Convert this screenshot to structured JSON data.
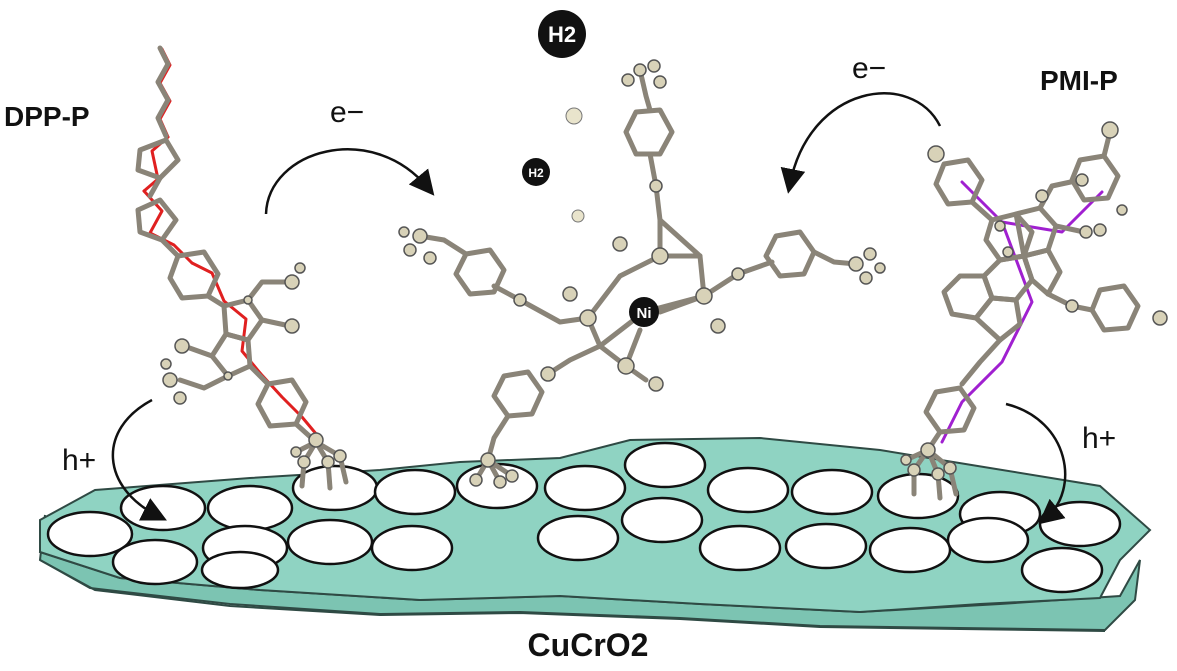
{
  "labels": {
    "dye_left": "DPP-P",
    "dye_right": "PMI-P",
    "electron_left": "e−",
    "electron_right": "e−",
    "hole_left": "h+",
    "hole_right": "h+",
    "h2_large": "H2",
    "h2_small": "H2",
    "catalyst_center": "Ni",
    "substrate": "CuCrO2"
  },
  "colors": {
    "substrate_fill": "#8fd3c2",
    "substrate_stroke": "#2f4a44",
    "bond_gray": "#8a8478",
    "atom_beige": "#d8d2b8",
    "dpp_accent": "#e02020",
    "pmi_accent": "#a020d0",
    "h2_bubble": "#111111",
    "nickel": "#111111"
  },
  "icons": {
    "molecule_left": "dpp-phosphonate-molecule",
    "molecule_right": "pmi-phosphonate-molecule",
    "catalyst": "nickel-bis-diphosphine-catalyst",
    "arrow_e_left": "curved-arrow-icon",
    "arrow_e_right": "curved-arrow-icon",
    "arrow_h_left": "curved-arrow-icon",
    "arrow_h_right": "curved-arrow-icon"
  }
}
